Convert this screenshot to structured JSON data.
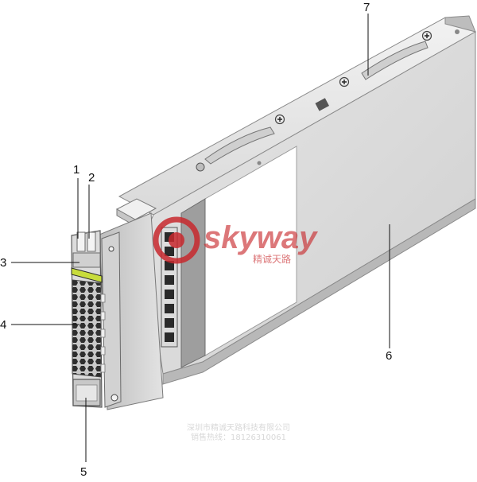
{
  "callouts": {
    "c1": "1",
    "c2": "2",
    "c3": "3",
    "c4": "4",
    "c5": "5",
    "c6": "6",
    "c7": "7"
  },
  "watermark": {
    "brand": "skyway",
    "sub": "精诚天路",
    "line1": "深圳市精诚天路科技有限公司",
    "line2": "销售热线：18126310061"
  },
  "colors": {
    "callout": "#111111",
    "watermark_red": "#c8292e",
    "led_green": "#c8dc3c"
  }
}
